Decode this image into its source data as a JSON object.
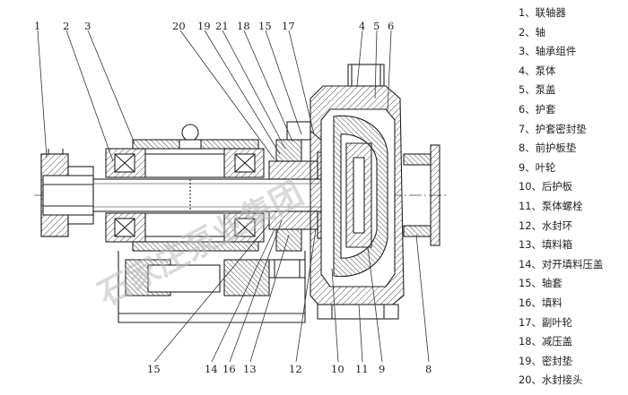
{
  "callouts_top": [
    "1",
    "2",
    "3",
    "20",
    "19",
    "21",
    "18",
    "15",
    "17",
    "4",
    "5",
    "6"
  ],
  "callouts_bottom": [
    "15",
    "14",
    "16",
    "13",
    "12",
    "10",
    "11",
    "9",
    "8"
  ],
  "watermark": "石家庄泵业集团",
  "legend": [
    {
      "num": "1、",
      "name": "联轴器"
    },
    {
      "num": "2、",
      "name": "轴"
    },
    {
      "num": "3、",
      "name": "轴承组件"
    },
    {
      "num": "4、",
      "name": "泵体"
    },
    {
      "num": "5、",
      "name": "泵盖"
    },
    {
      "num": "6、",
      "name": "护套"
    },
    {
      "num": "7、",
      "name": "护套密封垫"
    },
    {
      "num": "8、",
      "name": "前护板垫"
    },
    {
      "num": "9、",
      "name": "叶轮"
    },
    {
      "num": "10、",
      "name": "后护板"
    },
    {
      "num": "11、",
      "name": "泵体螺栓"
    },
    {
      "num": "12、",
      "name": "水封环"
    },
    {
      "num": "13、",
      "name": "填料箱"
    },
    {
      "num": "14、",
      "name": "对开填料压盖"
    },
    {
      "num": "15、",
      "name": "轴套"
    },
    {
      "num": "16、",
      "name": "填料"
    },
    {
      "num": "17、",
      "name": "副叶轮"
    },
    {
      "num": "18、",
      "name": "减压盖"
    },
    {
      "num": "19、",
      "name": "密封垫"
    },
    {
      "num": "20、",
      "name": "水封接头"
    }
  ]
}
